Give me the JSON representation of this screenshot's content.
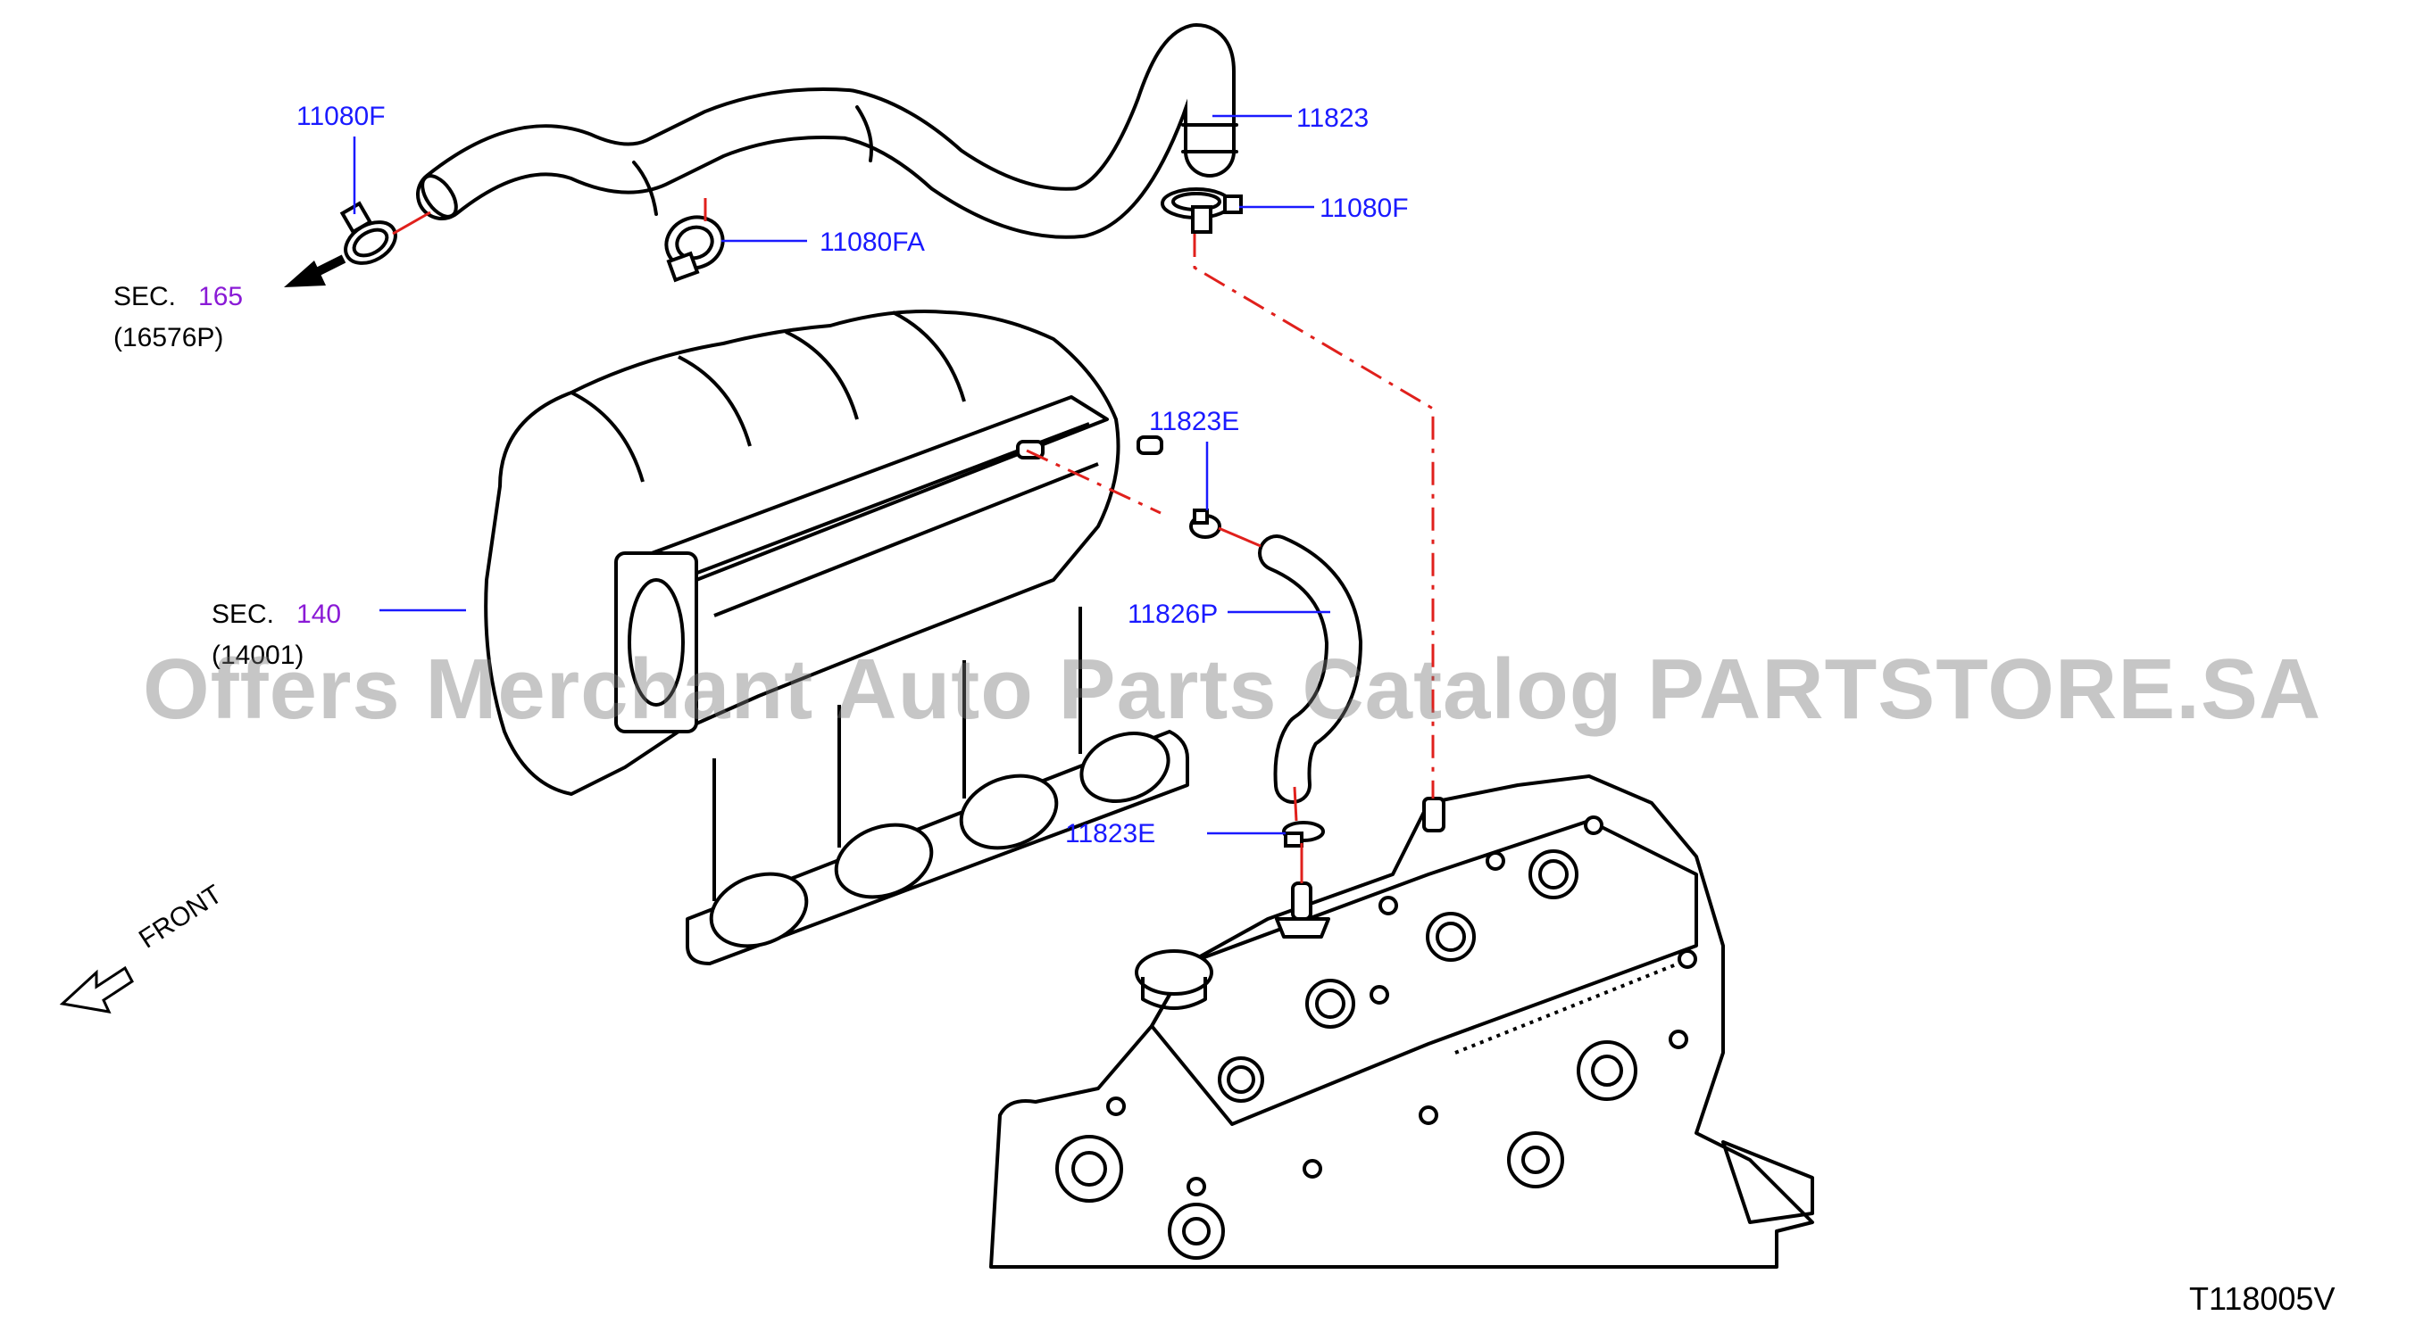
{
  "parts": {
    "clamp_11080f_left": "11080F",
    "hose_11823": "11823",
    "clamp_11080f_right": "11080F",
    "clamp_11080fa": "11080FA",
    "clamp_11823e_upper": "11823E",
    "hose_11826p": "11826P",
    "clamp_11823e_lower": "11823E"
  },
  "sections": {
    "sec165": {
      "prefix": "SEC.",
      "number": "165",
      "ref": "(16576P)"
    },
    "sec140": {
      "prefix": "SEC.",
      "number": "140",
      "ref": "(14001)"
    }
  },
  "front_label": "FRONT",
  "diagram_code": "T118005V",
  "watermark": "Offers Merchant Auto Parts Catalog PARTSTORE.SA",
  "colors": {
    "part_label": "#1a1aff",
    "section_number": "#8a1ad6",
    "centerline": "#e0201c"
  }
}
